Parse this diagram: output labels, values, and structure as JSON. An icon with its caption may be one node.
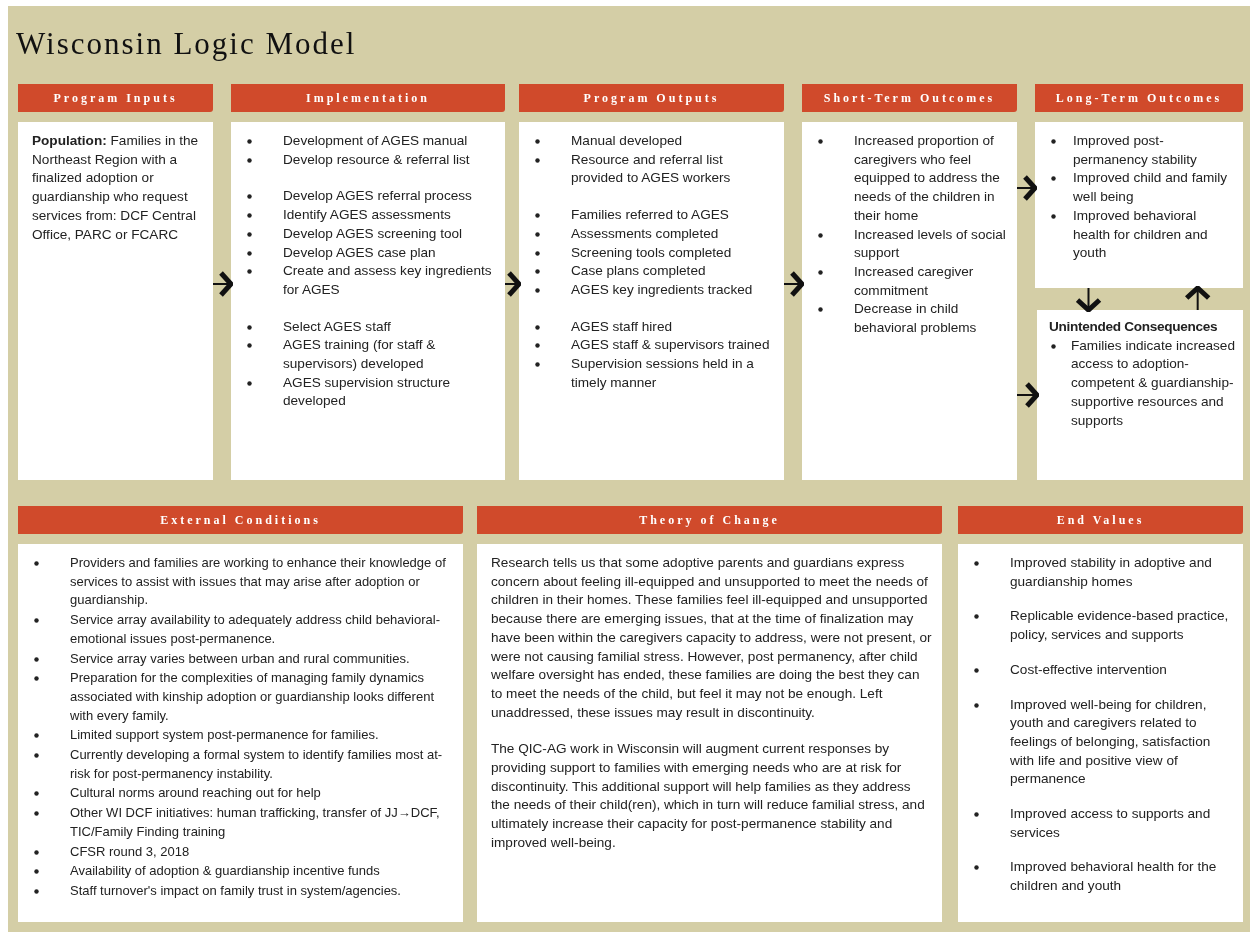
{
  "diagram": {
    "title": "Wisconsin Logic Model",
    "nodes": [
      {
        "text": [
          "Program Inputs",
          "**Population:** Families in the Northeast Region with a finalized adoption or guardianship who request services from: DCF Central Office, PARC or FCARC"
        ]
      },
      {
        "text": [
          "Implementation",
          "Development of AGES manual",
          "Develop resource & referral list",
          "Develop AGES referral process",
          "Identify AGES assessments",
          "Develop AGES screening tool",
          "Develop AGES case plan",
          "Create and assess key ingredients for AGES",
          "Select AGES staff",
          "AGES training (for staff & supervisors) developed",
          "AGES supervision structure developed"
        ]
      },
      {
        "text": [
          "Program Outputs",
          "Manual developed",
          "Resource and referral list provided to AGES workers",
          "Families referred to AGES",
          "Assessments completed",
          "Screening tools completed",
          "Case plans completed",
          "AGES key ingredients tracked",
          "AGES staff hired",
          "AGES staff & supervisors trained",
          "Supervision sessions held in a timely manner"
        ]
      },
      {
        "text": [
          "Short-Term Outcomes",
          "Increased proportion of caregivers who feel equipped to address the needs of the children in their home",
          "Increased levels of social support",
          "Increased caregiver commitment",
          "Decrease in child behavioral problems"
        ]
      },
      {
        "text": [
          "Long-Term Outcomes",
          "Improved post-permanency stability",
          "Improved child and family well being",
          "Improved behavioral health for children and youth"
        ]
      },
      {
        "text": [
          "Unintended Consequences",
          "Families indicate increased access to adoption-competent & guardianship-supportive resources and supports"
        ]
      },
      {
        "text": [
          "External Conditions",
          "Providers and families are working to enhance their knowledge of services to assist with issues that may arise after adoption or guardianship.",
          "Service array availability to adequately address child behavioral-emotional issues post-permanence.",
          "Service array varies between urban and rural communities.",
          "Preparation for the complexities of managing family dynamics associated with kinship adoption or guardianship looks different with every family.",
          "Limited support system post-permanence for families.",
          "Currently developing a formal system to identify families most at-risk for post-permanency instability.",
          "Cultural norms around reaching out for help",
          "Other WI DCF initiatives: human trafficking, transfer of JJ→DCF, TIC/Family Finding training",
          "CFSR round 3, 2018",
          "Availability of adoption & guardianship incentive funds",
          "Staff turnover's impact on family trust in system/agencies."
        ]
      },
      {
        "text": [
          "Theory of Change",
          "Research tells us that some adoptive parents and guardians express concern about feeling ill-equipped and unsupported to meet the needs of children in their homes. These families feel ill-equipped and unsupported because there are emerging issues, that at the time of finalization may have been within the caregivers capacity to address, were not present, or were not causing familial stress. However, post permanency, after child welfare oversight has ended, these families are doing the best they can to meet the needs of the child, but feel it may not be enough. Left unaddressed, these issues may result in discontinuity.",
          "The QIC-AG work in Wisconsin will augment current responses by providing support to families with emerging needs who are at risk for discontinuity. This additional support will help families as they address the needs of their child(ren), which in turn will reduce familial stress, and ultimately increase their capacity for post-permanence stability and improved well-being."
        ]
      },
      {
        "text": [
          "End Values",
          "Improved stability in adoptive and guardianship homes",
          "Replicable evidence-based practice, policy, services and supports",
          "Cost-effective intervention",
          "Improved well-being for children, youth and caregivers related to feelings of belonging, satisfaction with life and positive view of permanence",
          "Improved access to supports and services",
          "Improved behavioral health for the children and youth"
        ]
      }
    ],
    "edges": [
      {
        "from": 0,
        "to": 1,
        "arrow": "to"
      },
      {
        "from": 1,
        "to": 2,
        "arrow": "to"
      },
      {
        "from": 2,
        "to": 3,
        "arrow": "to"
      },
      {
        "from": 3,
        "to": 4,
        "arrow": "to"
      },
      {
        "from": 3,
        "to": 5,
        "arrow": "to"
      },
      {
        "from": 4,
        "to": 5,
        "arrow": "to"
      },
      {
        "from": 5,
        "to": 4,
        "arrow": "to"
      }
    ]
  }
}
